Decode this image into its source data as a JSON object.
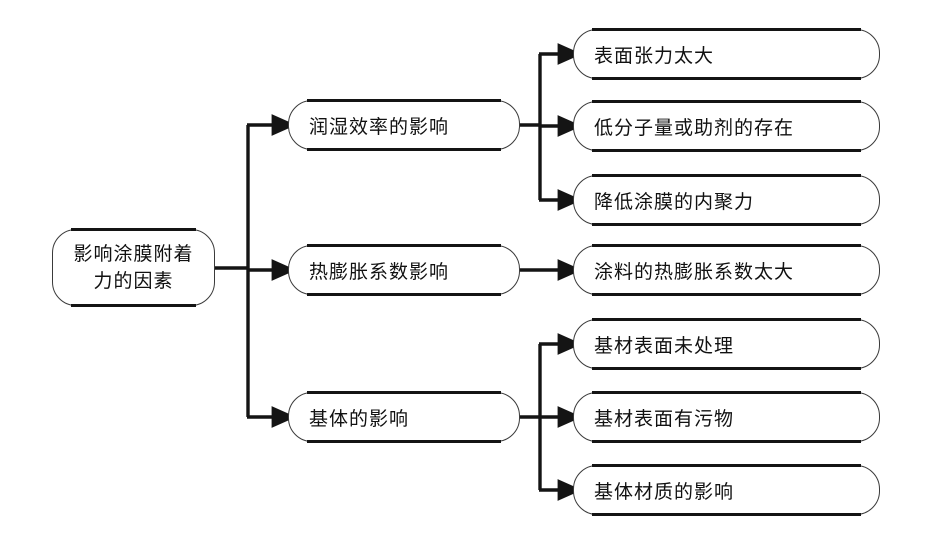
{
  "diagram": {
    "type": "flowchart",
    "title_node": "影响涂膜附着\n力的因素",
    "root": {
      "id": "root",
      "label": "影响涂膜附着\n力的因素"
    },
    "branches": [
      {
        "id": "branch-wetting",
        "label": "润湿效率的影响",
        "children": [
          {
            "id": "leaf-surface-tension",
            "label": "表面张力太大"
          },
          {
            "id": "leaf-low-molecular",
            "label": "低分子量或助剂的存在"
          },
          {
            "id": "leaf-cohesion",
            "label": "降低涂膜的内聚力"
          }
        ]
      },
      {
        "id": "branch-thermal",
        "label": "热膨胀系数影响",
        "children": [
          {
            "id": "leaf-coating-expansion",
            "label": "涂料的热膨胀系数太大"
          }
        ]
      },
      {
        "id": "branch-substrate",
        "label": "基体的影响",
        "children": [
          {
            "id": "leaf-untreated",
            "label": "基材表面未处理"
          },
          {
            "id": "leaf-contaminant",
            "label": "基材表面有污物"
          },
          {
            "id": "leaf-material",
            "label": "基体材质的影响"
          }
        ]
      }
    ],
    "colors": {
      "background": "#ffffff",
      "node_fill": "#ffffff",
      "node_border": "#3a3a3a",
      "accent_bar": "#141414",
      "connector": "#141414",
      "text": "#111111"
    }
  }
}
